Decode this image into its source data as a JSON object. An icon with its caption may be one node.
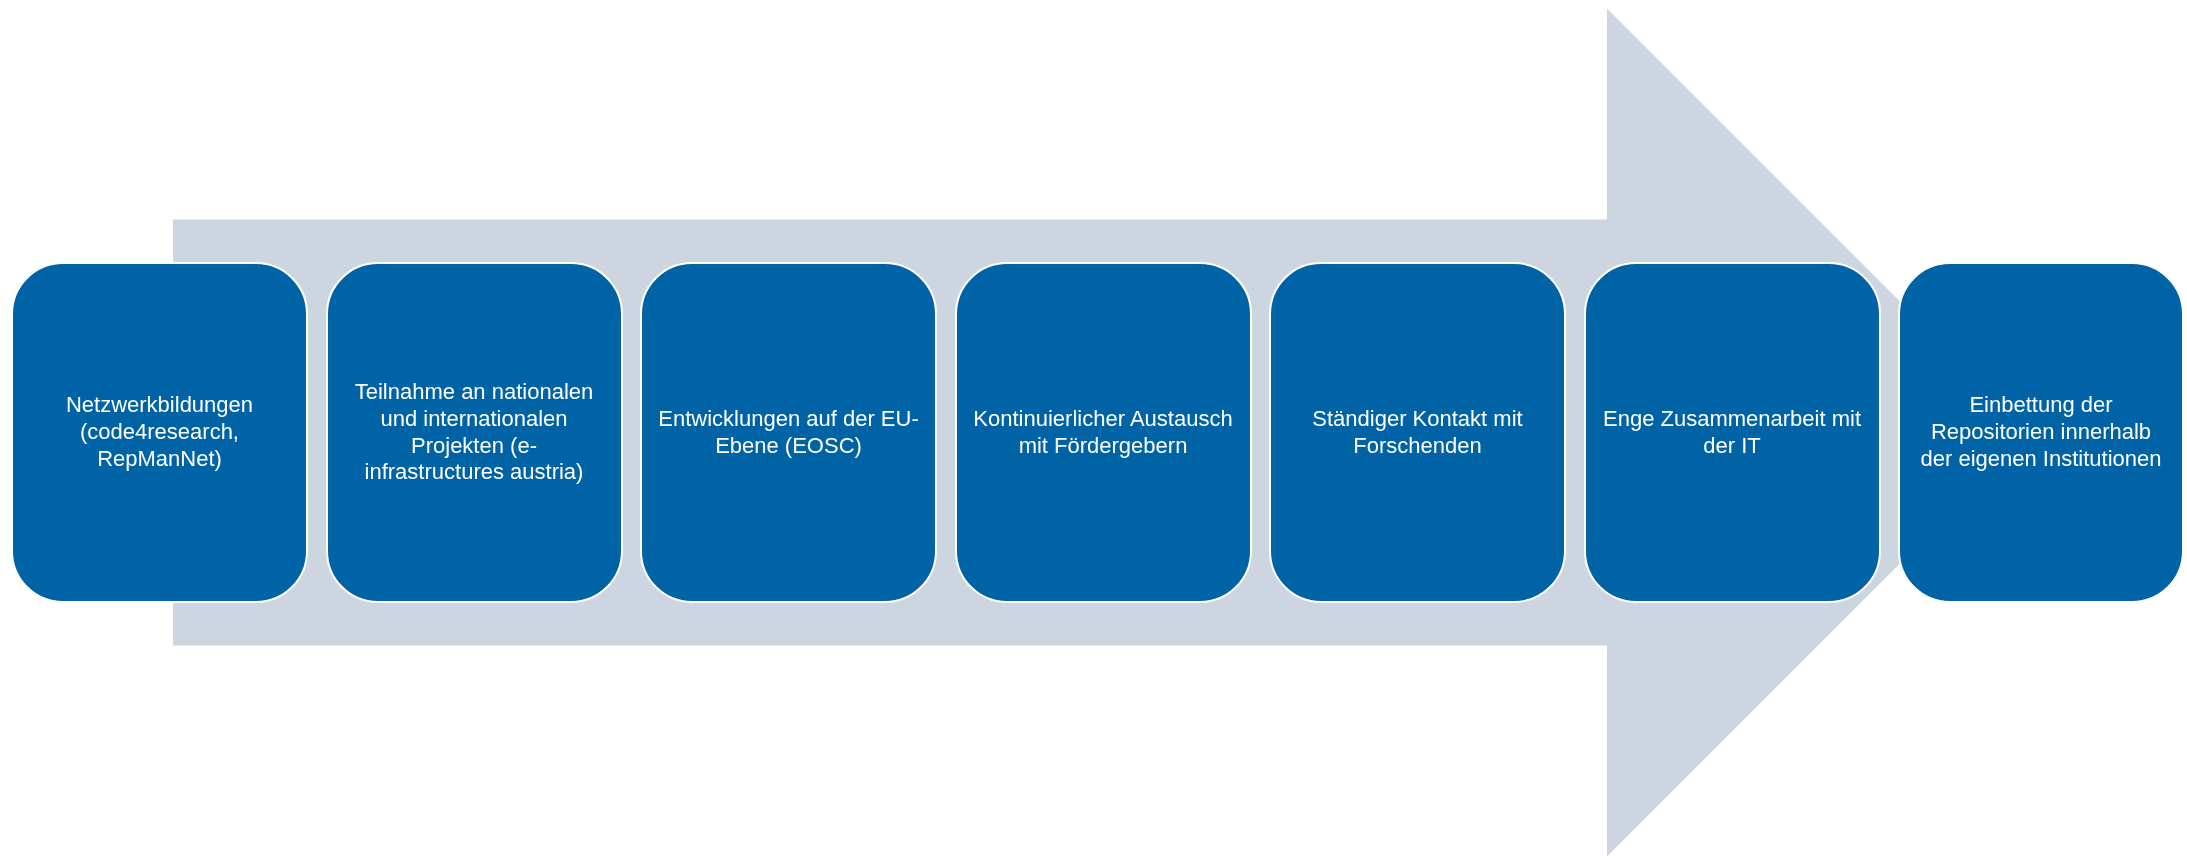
{
  "diagram": {
    "nodes": [
      {
        "text": [
          "Netzwerkbildungen (code4research, RepManNet)"
        ]
      },
      {
        "text": [
          "Teilnahme an nationalen und internationalen Projekten (e-infrastructures austria)"
        ]
      },
      {
        "text": [
          "Entwicklungen auf der EU-Ebene (EOSC)"
        ]
      },
      {
        "text": [
          "Kontinuierlicher Austausch mit Fördergebern"
        ]
      },
      {
        "text": [
          "Ständiger Kontakt mit Forschenden"
        ]
      },
      {
        "text": [
          "Enge Zusammenarbeit mit der IT"
        ]
      },
      {
        "text": [
          "Einbettung der Repositorien innerhalb der eigenen Institutionen"
        ]
      }
    ],
    "edges": [
      {
        "from": 0,
        "to": 6,
        "arrow": "to"
      }
    ]
  }
}
